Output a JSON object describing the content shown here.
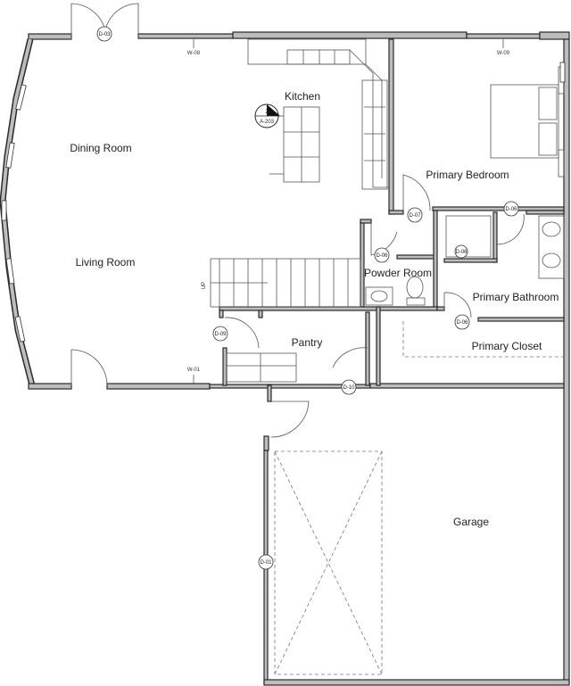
{
  "rooms": {
    "kitchen": "Kitchen",
    "dining_room": "Dining Room",
    "living_room": "Living Room",
    "primary_bedroom": "Primary Bedroom",
    "powder_room": "Powder Room",
    "primary_bathroom": "Primary Bathroom",
    "pantry": "Pantry",
    "primary_closet": "Primary Closet",
    "garage": "Garage"
  },
  "door_tags": {
    "d03": "D-03",
    "d07": "D-07",
    "d06_bed": "D-06",
    "d06_powder": "D-06",
    "d06_bath": "D-06",
    "d06_closet": "D-06",
    "d09": "D-09",
    "d10": "D-10",
    "d01": "D-01"
  },
  "window_tags": {
    "w08": "W-08",
    "w09": "W-09",
    "w01": "W-01"
  },
  "section_marker": {
    "number": "2",
    "sheet": "A-203"
  },
  "stair_label": "UP"
}
